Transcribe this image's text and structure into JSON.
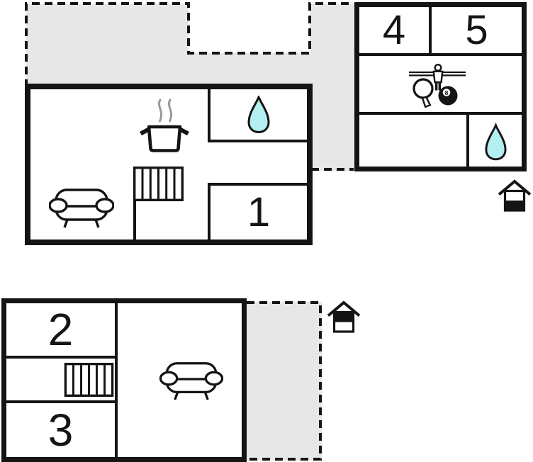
{
  "colors": {
    "wall": "#141414",
    "terrace_fill": "#e7e7e7",
    "water_drop_fill": "#b3eff1",
    "steam": "#999999",
    "background": "#ffffff"
  },
  "rooms": {
    "room1": "1",
    "room2": "2",
    "room3": "3",
    "room4": "4",
    "room5": "5"
  },
  "game_room": {
    "eight_ball_label": "8"
  },
  "icons": {
    "water_drop": "teardrop-bathroom-icon",
    "cooking_pot": "pot-with-steam-kitchen-icon",
    "sofa": "sofa-living-area-icon",
    "stairs": "staircase-icon",
    "foosball_player": "table-football-figure-icon",
    "table_tennis_paddle": "ping-pong-paddle-icon",
    "eight_ball": "billiard-8-ball-icon",
    "house_marker_lower_half_filled": "floor-level-indicator-lower",
    "house_marker_upper_half_filled": "floor-level-indicator-upper"
  }
}
